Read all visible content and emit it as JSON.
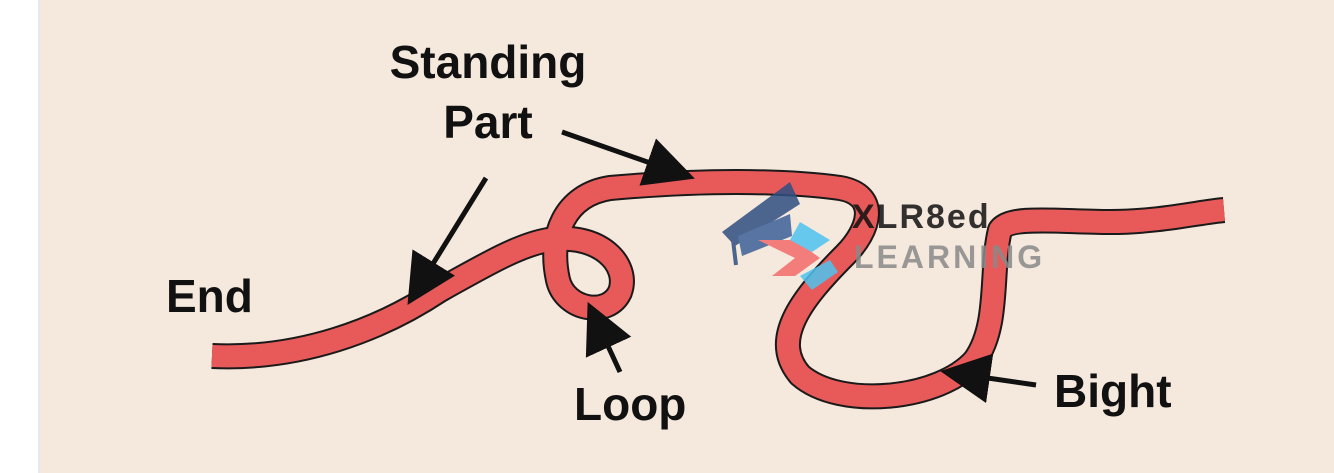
{
  "labels": {
    "standing_line1": "Standing",
    "standing_line2": "Part",
    "end": "End",
    "loop": "Loop",
    "bight": "Bight"
  },
  "watermark": {
    "line1": "XLR8ed",
    "line2": "LEARNING",
    "icon": "graduation-cap-chevron-logo"
  },
  "colors": {
    "background": "#f5e8dc",
    "rope_fill": "#e85a5a",
    "rope_outline": "#1a1a1a",
    "text": "#111111",
    "arrow": "#111111"
  }
}
